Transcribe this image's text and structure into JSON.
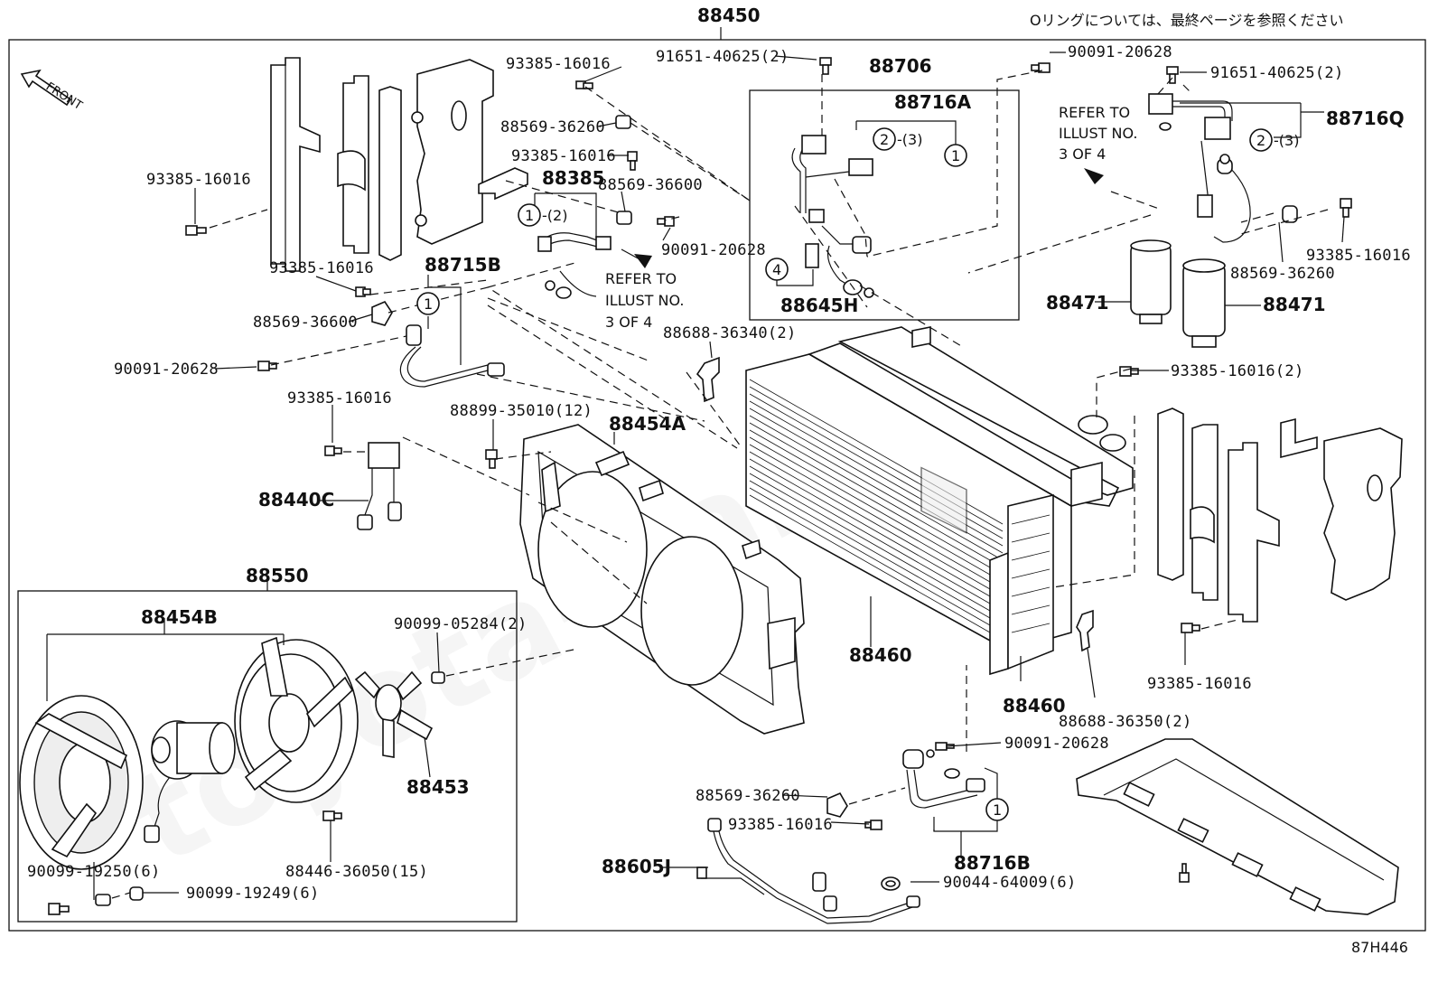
{
  "top_note": "Oリングについては、最終ページを参照ください",
  "top_part": "88450",
  "front_label": "FRONT",
  "ref_note": {
    "line1": "REFER TO",
    "line2": "ILLUST NO.",
    "line3": "3 OF 4"
  },
  "callouts": {
    "c1": "①",
    "c2": "②",
    "c4": "④",
    "qty3": "-(3)",
    "qty2": "-(2)"
  },
  "labels": {
    "p_93385_16016_a": "93385-16016",
    "p_93385_16016_b": "93385-16016",
    "p_93385_16016_c": "93385-16016",
    "p_93385_16016_d": "93385-16016",
    "p_93385_16016_e": "93385-16016",
    "p_93385_16016_f": "93385-16016",
    "p_93385_16016_g": "93385-16016",
    "p_93385_16016_2": "93385-16016(2)",
    "p_88569_36260_a": "88569-36260",
    "p_88569_36260_b": "88569-36260",
    "p_88569_36260_c": "88569-36260",
    "p_88569_36600_a": "88569-36600",
    "p_88569_36600_b": "88569-36600",
    "p_91651_40625_a": "91651-40625(2)",
    "p_91651_40625_b": "91651-40625(2)",
    "p_90091_20628_a": "90091-20628",
    "p_90091_20628_b": "90091-20628",
    "p_90091_20628_c": "90091-20628",
    "p_90091_20628_d": "90091-20628",
    "p_88706": "88706",
    "p_88716A": "88716A",
    "p_88716Q": "88716Q",
    "p_88716B": "88716B",
    "p_88385": "88385",
    "p_88715B": "88715B",
    "p_88645H": "88645H",
    "p_88471_a": "88471",
    "p_88471_b": "88471",
    "p_88688_36340": "88688-36340(2)",
    "p_88688_36350": "88688-36350(2)",
    "p_88899_35010": "88899-35010(12)",
    "p_88454A": "88454A",
    "p_88454B": "88454B",
    "p_88440C": "88440C",
    "p_88550": "88550",
    "p_88460_a": "88460",
    "p_88460_b": "88460",
    "p_90099_05284": "90099-05284(2)",
    "p_88453": "88453",
    "p_88446_36050": "88446-36050(15)",
    "p_90099_19250": "90099-19250(6)",
    "p_90099_19249": "90099-19249(6)",
    "p_88605J": "88605J",
    "p_90044_64009": "90044-64009(6)"
  },
  "diagram_code": "87H446"
}
